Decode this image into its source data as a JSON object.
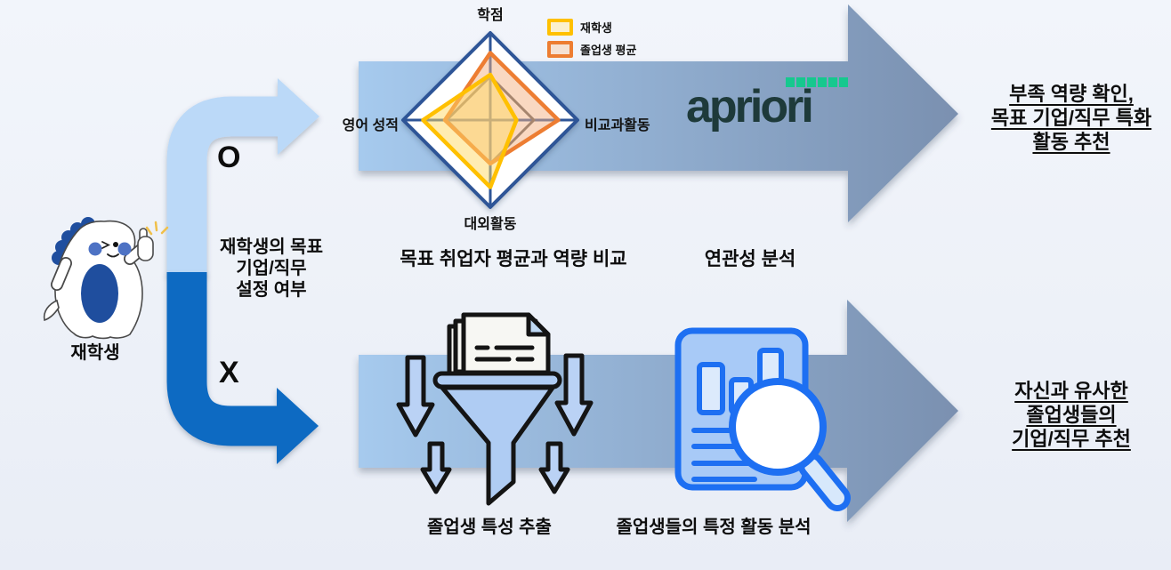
{
  "mascot": {
    "label": "재학생",
    "icon": "dino-mascot-thumbs-up"
  },
  "decision": {
    "lines": [
      "재학생의 목표",
      "기업/직무",
      "설정 여부"
    ],
    "yes_label": "O",
    "no_label": "X"
  },
  "top_path": {
    "chart_caption": "목표 취업자 평균과 역량 비교",
    "analysis_caption": "연관성 분석",
    "brand": "apriori",
    "result_lines": [
      "부족 역량 확인,",
      "목표 기업/직무 특화",
      "활동 추천"
    ]
  },
  "bottom_path": {
    "funnel_caption": "졸업생 특성 추출",
    "magnifier_caption": "졸업생들의 특정 활동 분석",
    "result_lines": [
      "자신과 유사한",
      "졸업생들의",
      "기업/직무 추천"
    ]
  },
  "icons": {
    "mascot": "dino-mascot-icon",
    "funnel": "funnel-documents-icon",
    "document_search": "document-magnifier-icon",
    "brand_mark": "green-squares-row"
  },
  "chart_data": {
    "type": "radar",
    "title": "",
    "categories": [
      "학점",
      "비교과활동",
      "대외활동",
      "영어 성적"
    ],
    "series": [
      {
        "name": "재학생",
        "values": [
          52,
          30,
          77,
          77
        ],
        "stroke": "#FFC000",
        "fill": "rgba(255,217,102,0.5)",
        "swatch_fill": "#FBF0CE"
      },
      {
        "name": "졸업생 평균",
        "values": [
          77,
          78,
          50,
          52
        ],
        "stroke": "#ED7D31",
        "fill": "rgba(244,177,131,0.5)",
        "swatch_fill": "#F5E2D3"
      }
    ],
    "rlim": [
      0,
      100
    ],
    "gridlines": [
      50,
      100
    ],
    "grid": "diamond",
    "legend_position": "top-right"
  },
  "colors": {
    "background": "#EFF2F9",
    "band_gradient_start": "#A6CAEE",
    "band_gradient_end": "#7A90B0",
    "yes_arrow": "#BBD9F8",
    "no_arrow": "#0B6AC2",
    "radar_frame": "#2F5597",
    "radar_grid": "#595959",
    "series_student": "#FFC000",
    "series_graduate": "#ED7D31",
    "brand_text": "#1E3A3A",
    "brand_squares": "#16C88E",
    "funnel_fill": "#AFCCF3",
    "doc_icon_stroke": "#1D6FF2",
    "mascot_blue": "#1F4E9E"
  }
}
